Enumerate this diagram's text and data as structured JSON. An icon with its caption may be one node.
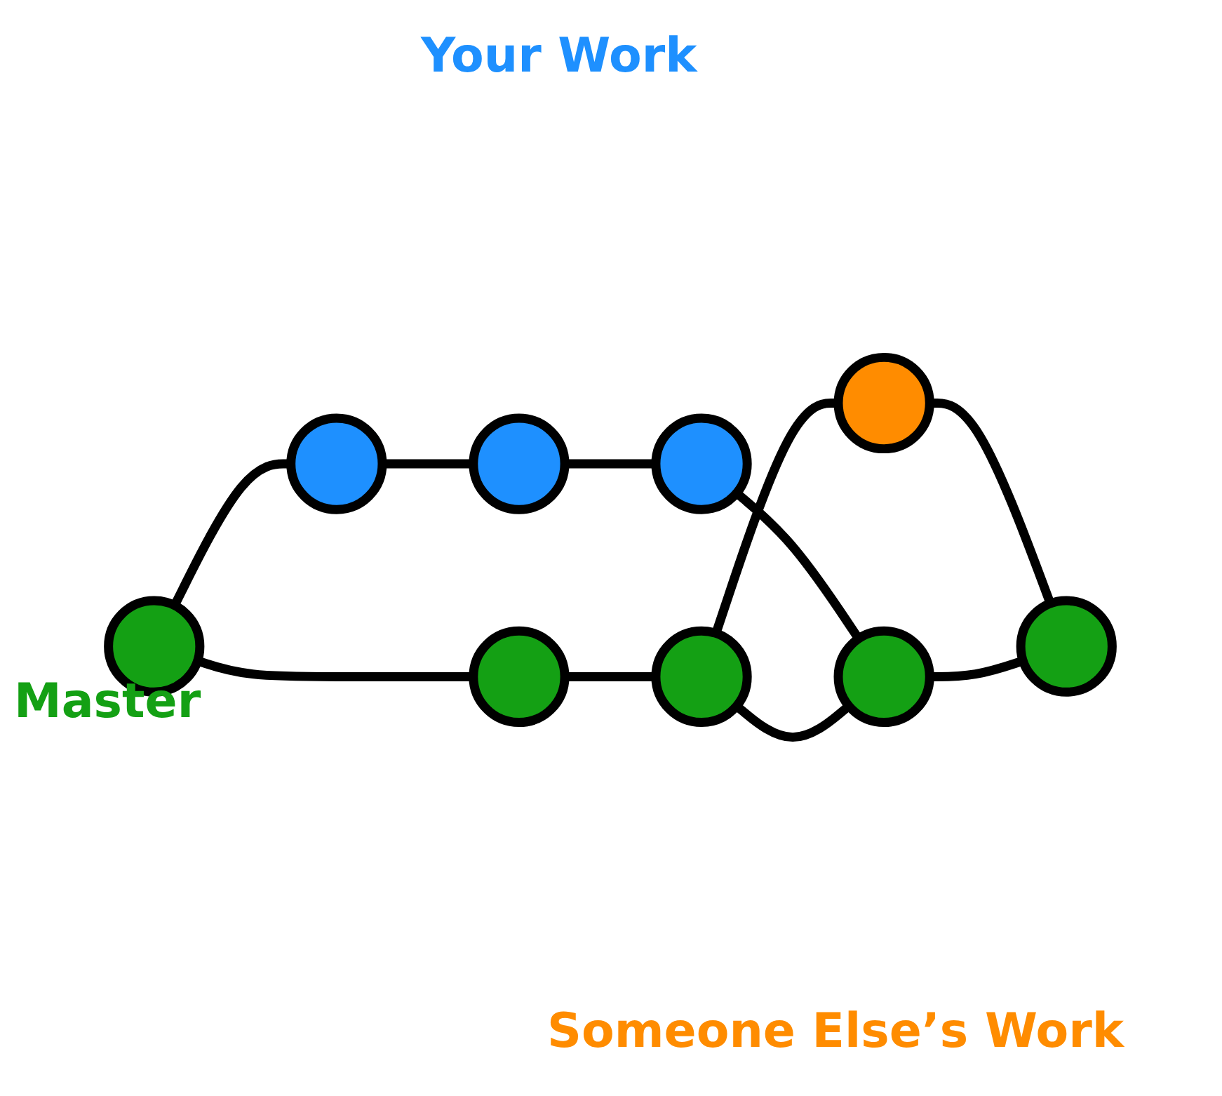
{
  "diagram": {
    "nodes": [
      {
        "text": [],
        "shape": "circle"
      },
      {
        "text": [],
        "shape": "circle"
      },
      {
        "text": [],
        "shape": "circle"
      },
      {
        "text": [],
        "shape": "circle"
      },
      {
        "text": [],
        "shape": "circle"
      },
      {
        "text": [],
        "shape": "circle"
      },
      {
        "text": [],
        "shape": "circle"
      },
      {
        "text": [],
        "shape": "circle"
      },
      {
        "text": [],
        "shape": "circle"
      }
    ],
    "edges": [
      {
        "from": 3,
        "to": 4,
        "arrow": "none"
      },
      {
        "from": 3,
        "to": 0,
        "arrow": "none"
      },
      {
        "from": 0,
        "to": 1,
        "arrow": "none"
      },
      {
        "from": 1,
        "to": 2,
        "arrow": "none"
      },
      {
        "from": 2,
        "to": 6,
        "arrow": "none"
      },
      {
        "from": 4,
        "to": 5,
        "arrow": "none"
      },
      {
        "from": 5,
        "to": 6,
        "arrow": "none"
      },
      {
        "from": 5,
        "to": 8,
        "arrow": "none"
      },
      {
        "from": 8,
        "to": 7,
        "arrow": "none"
      },
      {
        "from": 6,
        "to": 7,
        "arrow": "none"
      }
    ],
    "labels": [
      "Your Work",
      "Master",
      "Someone Else’s Work"
    ]
  }
}
